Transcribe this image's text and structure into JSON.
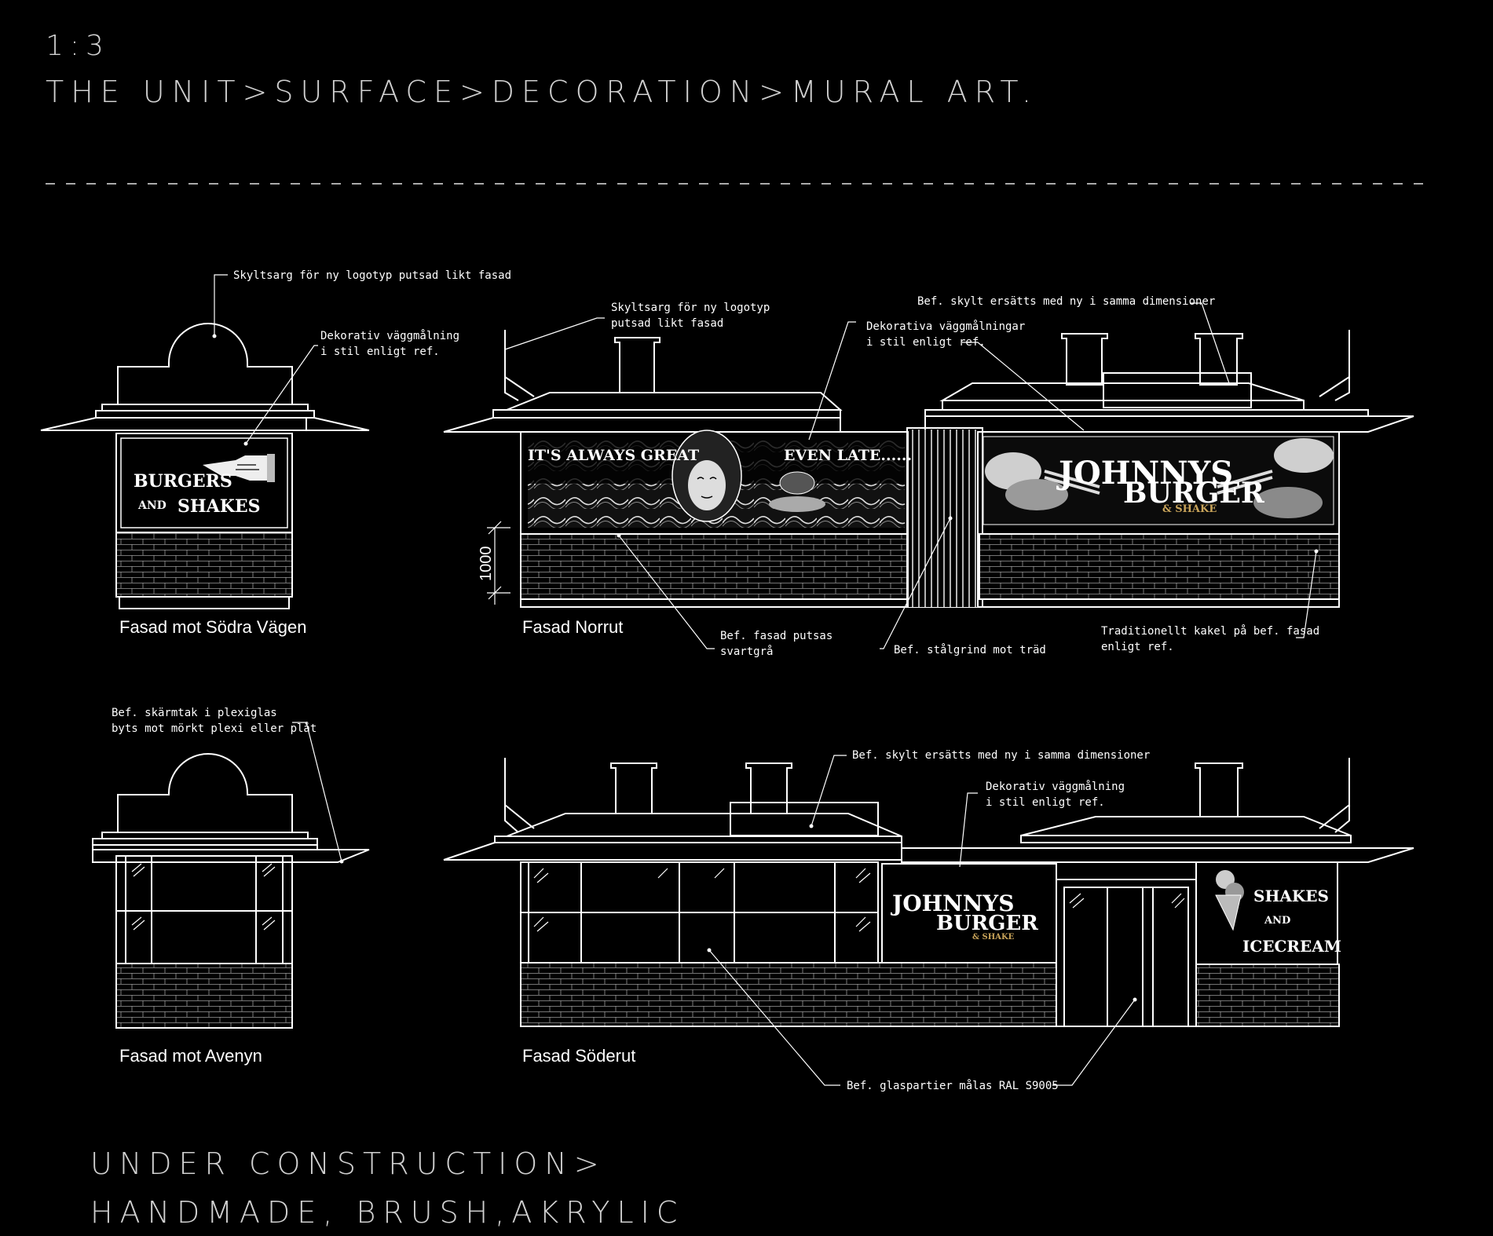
{
  "header": {
    "scale": "1:3",
    "breadcrumb": "THE UNIT>SURFACE>DECORATION>MURAL ART."
  },
  "footer": {
    "line1": "UNDER CONSTRUCTION>",
    "line2": "HANDMADE, BRUSH,AKRYLIC"
  },
  "facade_labels": {
    "sodra": "Fasad mot Södra Vägen",
    "norrut": "Fasad Norrut",
    "avenyn": "Fasad mot Avenyn",
    "soderut": "Fasad Söderut"
  },
  "dimension": "1000",
  "annotations": {
    "skyltsarg_left": "Skyltsarg för ny logotyp putsad likt fasad",
    "dekorativ_left_1": "Dekorativ väggmålning",
    "dekorativ_left_2": "i stil enligt ref.",
    "skyltsarg_n_1": "Skyltsarg för ny logotyp",
    "skyltsarg_n_2": "putsad likt fasad",
    "bef_skylt_n": "Bef. skylt ersätts med ny i samma dimensioner",
    "dekorativa_n_1": "Dekorativa väggmålningar",
    "dekorativa_n_2": "i stil enligt ref.",
    "fasad_putsas_1": "Bef. fasad putsas",
    "fasad_putsas_2": "svartgrå",
    "stalgrind": "Bef. stålgrind mot träd",
    "kakel_1": "Traditionellt kakel på bef. fasad",
    "kakel_2": "enligt ref.",
    "skarmtak_1": "Bef. skärmtak i plexiglas",
    "skarmtak_2": "byts mot mörkt plexi eller plåt",
    "bef_skylt_s": "Bef. skylt ersätts med ny i samma dimensioner",
    "dekorativ_s_1": "Dekorativ väggmålning",
    "dekorativ_s_2": "i stil enligt ref.",
    "glaspartier": "Bef. glaspartier målas RAL S9005"
  },
  "signs": {
    "burgers": "BURGERS",
    "and": "AND",
    "shakes": "SHAKES",
    "always_great": "IT'S ALWAYS GREAT",
    "even_late": "EVEN LATE......",
    "johnnys": "JOHNNYS",
    "burger": "BURGER",
    "and_shake": "& SHAKE",
    "shakes2": "SHAKES",
    "and2": "AND",
    "icecream": "ICECREAM"
  },
  "colors": {
    "background": "#000000",
    "line": "#ffffff",
    "accent": "#c9a45a"
  }
}
